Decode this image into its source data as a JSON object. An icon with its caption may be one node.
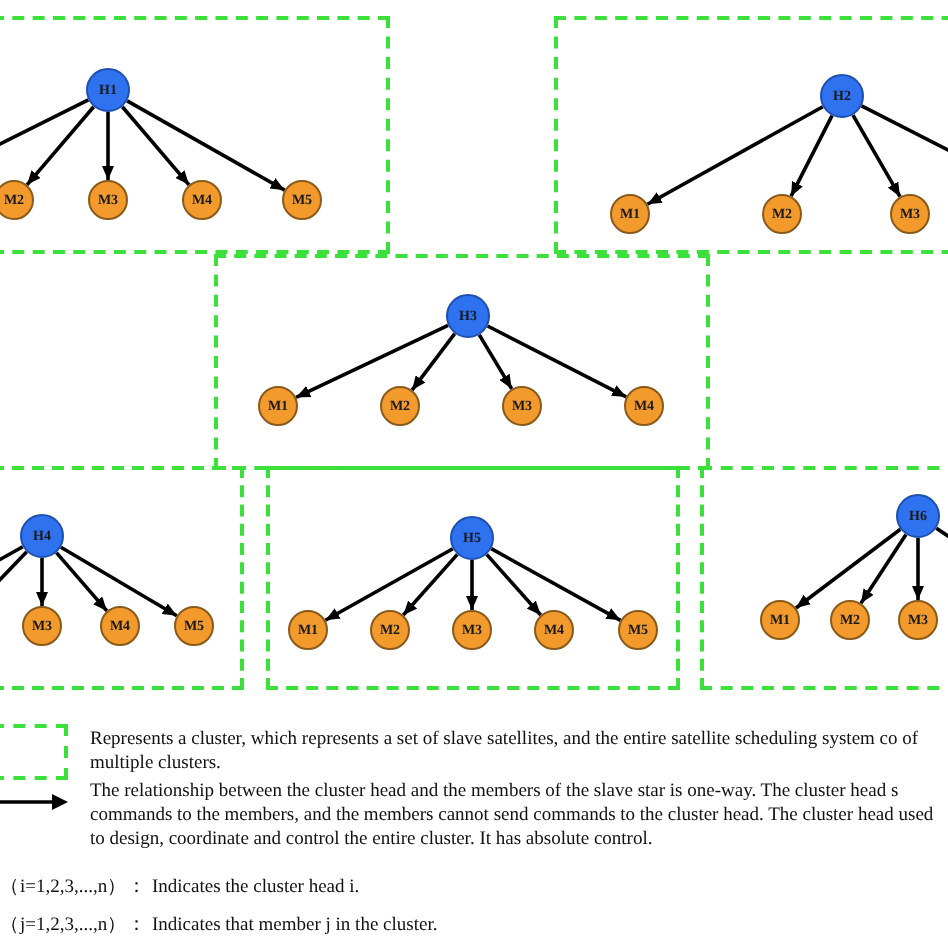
{
  "diagram": {
    "nodes": [
      {
        "text": [],
        "shape": "box"
      },
      {
        "text": [
          "H1"
        ],
        "in": 0
      },
      {
        "text": [
          "M2"
        ],
        "in": 0
      },
      {
        "text": [
          "M3"
        ],
        "in": 0
      },
      {
        "text": [
          "M4"
        ],
        "in": 0
      },
      {
        "text": [
          "M5"
        ],
        "in": 0
      },
      {
        "text": [],
        "shape": "box"
      },
      {
        "text": [
          "H2"
        ],
        "in": 6
      },
      {
        "text": [
          "M1"
        ],
        "in": 6
      },
      {
        "text": [
          "M2"
        ],
        "in": 6
      },
      {
        "text": [
          "M3"
        ],
        "in": 6
      },
      {
        "text": [],
        "shape": "box"
      },
      {
        "text": [
          "H3"
        ],
        "in": 11
      },
      {
        "text": [
          "M1"
        ],
        "in": 11
      },
      {
        "text": [
          "M2"
        ],
        "in": 11
      },
      {
        "text": [
          "M3"
        ],
        "in": 11
      },
      {
        "text": [
          "M4"
        ],
        "in": 11
      },
      {
        "text": [],
        "shape": "box"
      },
      {
        "text": [
          "H4"
        ],
        "in": 17
      },
      {
        "text": [
          "M3"
        ],
        "in": 17
      },
      {
        "text": [
          "M4"
        ],
        "in": 17
      },
      {
        "text": [
          "M5"
        ],
        "in": 17
      },
      {
        "text": [],
        "shape": "box"
      },
      {
        "text": [
          "H5"
        ],
        "in": 22
      },
      {
        "text": [
          "M1"
        ],
        "in": 22
      },
      {
        "text": [
          "M2"
        ],
        "in": 22
      },
      {
        "text": [
          "M3"
        ],
        "in": 22
      },
      {
        "text": [
          "M4"
        ],
        "in": 22
      },
      {
        "text": [
          "M5"
        ],
        "in": 22
      },
      {
        "text": [],
        "shape": "box"
      },
      {
        "text": [
          "H6"
        ],
        "in": 29
      },
      {
        "text": [
          "M1"
        ],
        "in": 29
      },
      {
        "text": [
          "M2"
        ],
        "in": 29
      },
      {
        "text": [
          "M3"
        ],
        "in": 29
      }
    ],
    "edges": [
      {
        "from": 1,
        "to": null,
        "arrow": "none"
      },
      {
        "from": 1,
        "to": 2,
        "arrow": "to"
      },
      {
        "from": 1,
        "to": 3,
        "arrow": "to"
      },
      {
        "from": 1,
        "to": 4,
        "arrow": "to"
      },
      {
        "from": 1,
        "to": 5,
        "arrow": "to"
      },
      {
        "from": 7,
        "to": 8,
        "arrow": "to"
      },
      {
        "from": 7,
        "to": 9,
        "arrow": "to"
      },
      {
        "from": 7,
        "to": 10,
        "arrow": "to"
      },
      {
        "from": 7,
        "to": null,
        "arrow": "none"
      },
      {
        "from": 12,
        "to": 13,
        "arrow": "to"
      },
      {
        "from": 12,
        "to": 14,
        "arrow": "to"
      },
      {
        "from": 12,
        "to": 15,
        "arrow": "to"
      },
      {
        "from": 12,
        "to": 16,
        "arrow": "to"
      },
      {
        "from": 18,
        "to": null,
        "arrow": "none"
      },
      {
        "from": 18,
        "to": null,
        "arrow": "none"
      },
      {
        "from": 18,
        "to": 19,
        "arrow": "to"
      },
      {
        "from": 18,
        "to": 20,
        "arrow": "to"
      },
      {
        "from": 18,
        "to": 21,
        "arrow": "to"
      },
      {
        "from": 23,
        "to": 24,
        "arrow": "to"
      },
      {
        "from": 23,
        "to": 25,
        "arrow": "to"
      },
      {
        "from": 23,
        "to": 26,
        "arrow": "to"
      },
      {
        "from": 23,
        "to": 27,
        "arrow": "to"
      },
      {
        "from": 23,
        "to": 28,
        "arrow": "to"
      },
      {
        "from": 30,
        "to": 31,
        "arrow": "to"
      },
      {
        "from": 30,
        "to": 32,
        "arrow": "to"
      },
      {
        "from": 30,
        "to": 33,
        "arrow": "to"
      },
      {
        "from": 30,
        "to": null,
        "arrow": "none"
      }
    ],
    "legend": [
      {
        "text": "Represents a cluster, which represents a set of slave satellites, and the entire satellite scheduling system co of multiple clusters."
      },
      {
        "text": "The relationship between the cluster head and the members of the slave star is one-way. The cluster head s commands to the members, and the members cannot send commands to the cluster head. The cluster head used to design, coordinate and control the entire cluster. It has absolute control."
      }
    ],
    "labels": [
      "（i=1,2,3,...,n）： Indicates the cluster head i.",
      "（j=1,2,3,...,n）： Indicates that member j in the cluster."
    ]
  }
}
